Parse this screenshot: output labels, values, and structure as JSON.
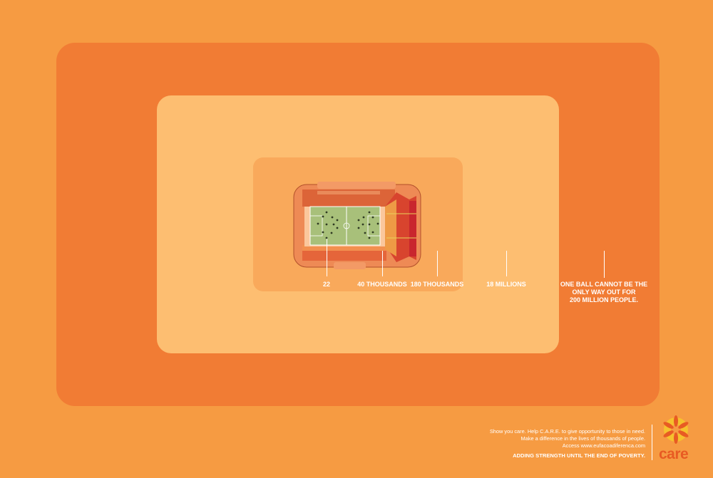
{
  "labels": {
    "players": "22",
    "stadium": "40 THOUSANDS",
    "tier3": "180 THOUSANDS",
    "tier4": "18 MILLIONS",
    "closing_line1": "ONE BALL CANNOT BE THE",
    "closing_line2": "ONLY WAY OUT FOR",
    "closing_line3": "200 MILLION PEOPLE."
  },
  "footer": {
    "line1": "Show you care. Help C.A.R.E. to give opportunity to those in need.",
    "line2": "Make a difference in the lives of thousands of people.",
    "line3": "Access www.eufacoadiferenca.com",
    "tagline": "ADDING STRENGTH UNTIL THE END OF POVERTY."
  },
  "logo": {
    "text": "care"
  },
  "colors": {
    "background": "#F69B42",
    "outer": "#F17C34",
    "middle": "#FDBE71",
    "inner": "#F9A95B",
    "pitch": "#A8C07A"
  }
}
